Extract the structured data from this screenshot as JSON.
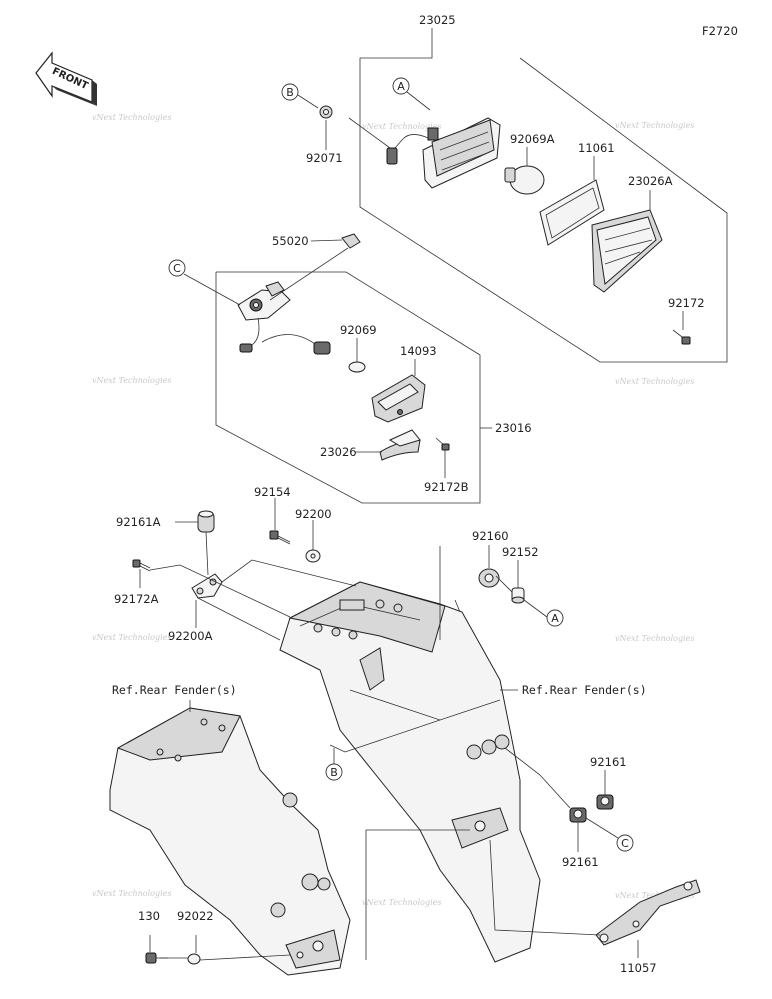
{
  "diagram_code": "F2720",
  "front_label": "FRONT",
  "watermark": "vNext Technologies",
  "parts": {
    "p23025": "23025",
    "p92069A": "92069A",
    "p11061": "11061",
    "p23026A": "23026A",
    "p92172": "92172",
    "p92071": "92071",
    "p55020": "55020",
    "p92069": "92069",
    "p14093": "14093",
    "p23016": "23016",
    "p23026": "23026",
    "p92172B": "92172B",
    "p92154": "92154",
    "p92200": "92200",
    "p92161A": "92161A",
    "p92172A": "92172A",
    "p92200A": "92200A",
    "p92160": "92160",
    "p92152": "92152",
    "p92161a": "92161",
    "p92161b": "92161",
    "p130": "130",
    "p92022": "92022",
    "p11057": "11057"
  },
  "refs": {
    "rear_fender_left": "Ref.Rear Fender(s)",
    "rear_fender_right": "Ref.Rear Fender(s)"
  },
  "callouts": {
    "a": "A",
    "b": "B",
    "c": "C"
  }
}
